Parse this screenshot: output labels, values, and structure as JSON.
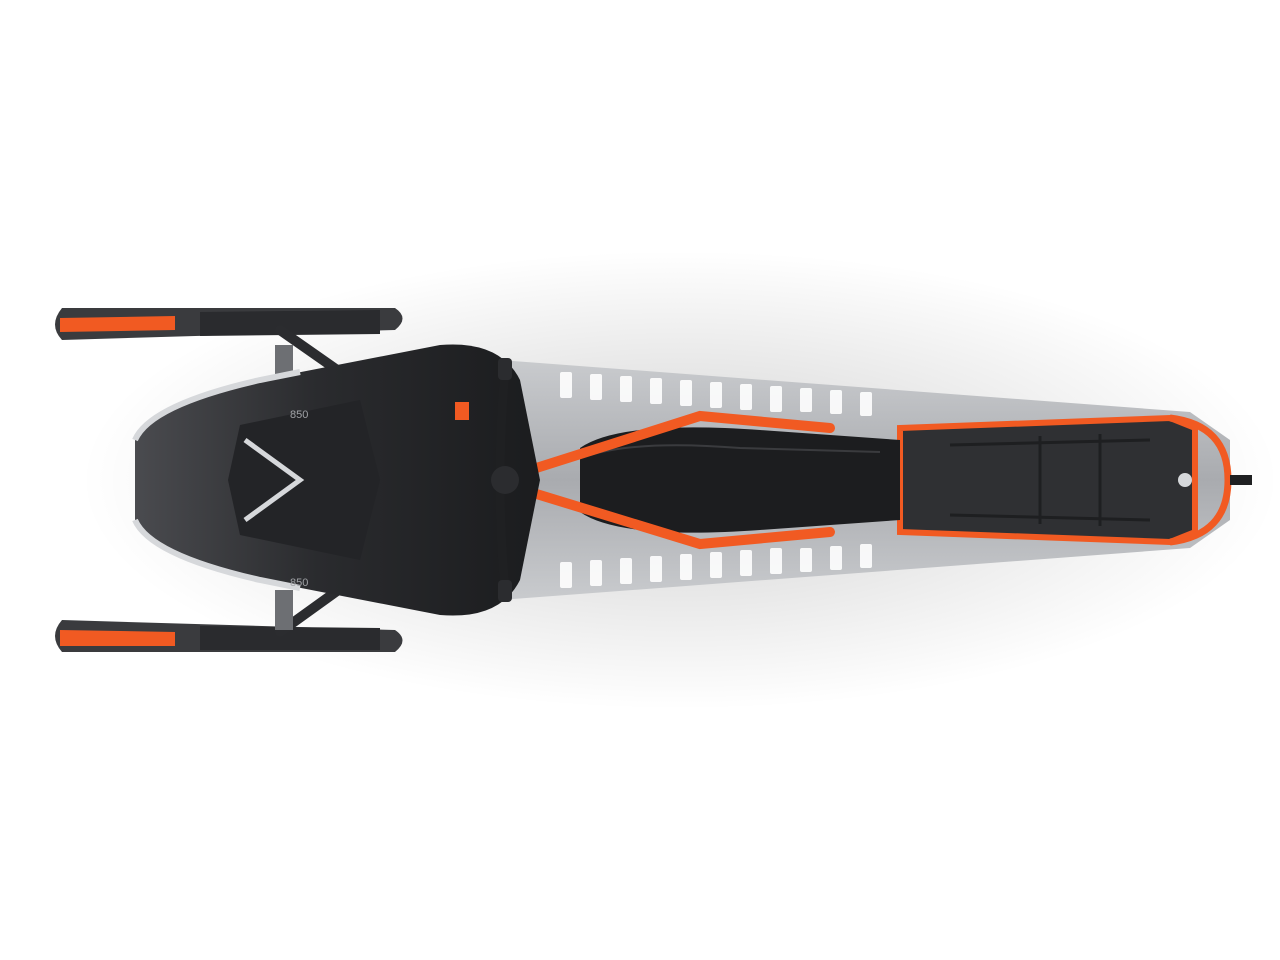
{
  "image": {
    "subject": "snowmobile-top-view",
    "hood_decal_upper": "850",
    "hood_decal_lower": "850",
    "colors": {
      "background": "#ffffff",
      "accent_orange": "#f15a22",
      "body_black": "#1f2022",
      "body_dark": "#2b2c2f",
      "track_gray": "#b9bbbe",
      "track_dark": "#8d8f93",
      "ski_dark": "#3a3b3e",
      "chrome": "#d6d8db"
    }
  }
}
